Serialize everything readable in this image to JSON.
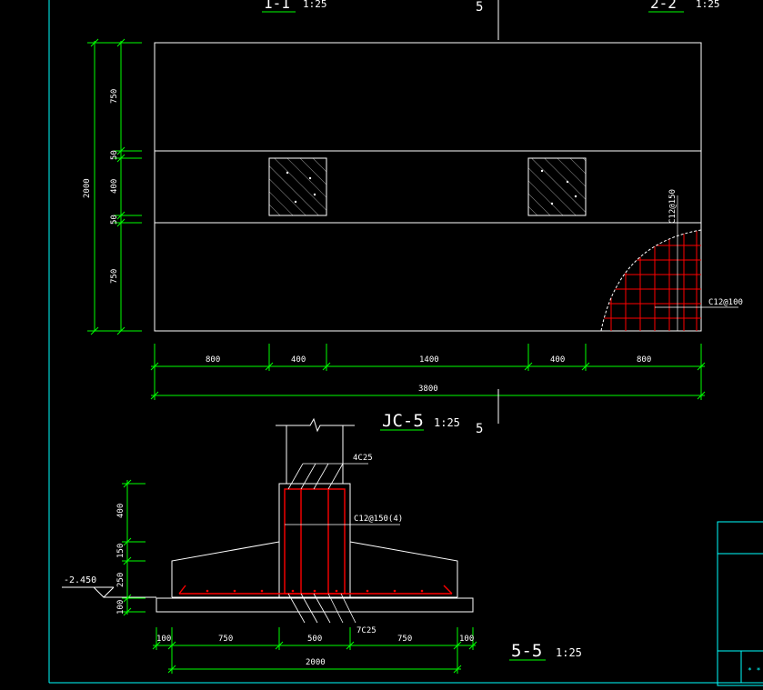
{
  "titles": {
    "section_1_1": "1-1",
    "section_1_1_scale": "1:25",
    "section_2_2": "2-2",
    "section_2_2_scale": "1:25",
    "top_number": "5",
    "jc5_label": "JC-5",
    "jc5_scale": "1:25",
    "jc5_number": "5",
    "section_5_5": "5-5",
    "section_5_5_scale": "1:25"
  },
  "plan_dims": {
    "left_total": "2000",
    "left_segments": [
      "750",
      "50",
      "400",
      "50",
      "750"
    ],
    "bottom_segments": [
      "800",
      "400",
      "1400",
      "400",
      "800"
    ],
    "bottom_total": "3800"
  },
  "plan_rebar": {
    "top_label": "C12@150",
    "side_label": "C12@100"
  },
  "section_dims": {
    "left_segments": [
      "400",
      "150",
      "250",
      "100"
    ],
    "elevation": "-2.450",
    "bottom_segments": [
      "100",
      "750",
      "500",
      "750",
      "100"
    ],
    "bottom_total": "2000"
  },
  "section_rebar": {
    "top_bars": "4C25",
    "stirrups": "C12@150(4)",
    "bottom_bars": "7C25"
  },
  "colors": {
    "line": "#ffffff",
    "dimension": "#00ff00",
    "rebar": "#ff0000",
    "frame": "#00ffff",
    "background": "#000000"
  }
}
